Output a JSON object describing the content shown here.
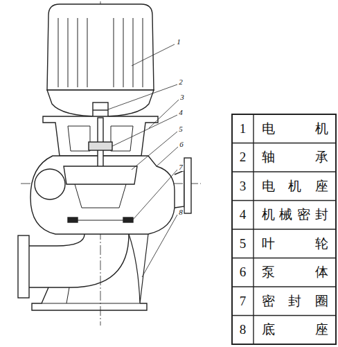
{
  "diagram": {
    "labels": [
      "1",
      "2",
      "3",
      "4",
      "5",
      "6",
      "7",
      "8",
      "1",
      "电机",
      "2",
      "轴承",
      "3",
      "电机座",
      "4",
      "机械密封",
      "5",
      "叶轮",
      "6",
      "泵体",
      "7",
      "密封圈",
      "8",
      "底座"
    ]
  }
}
